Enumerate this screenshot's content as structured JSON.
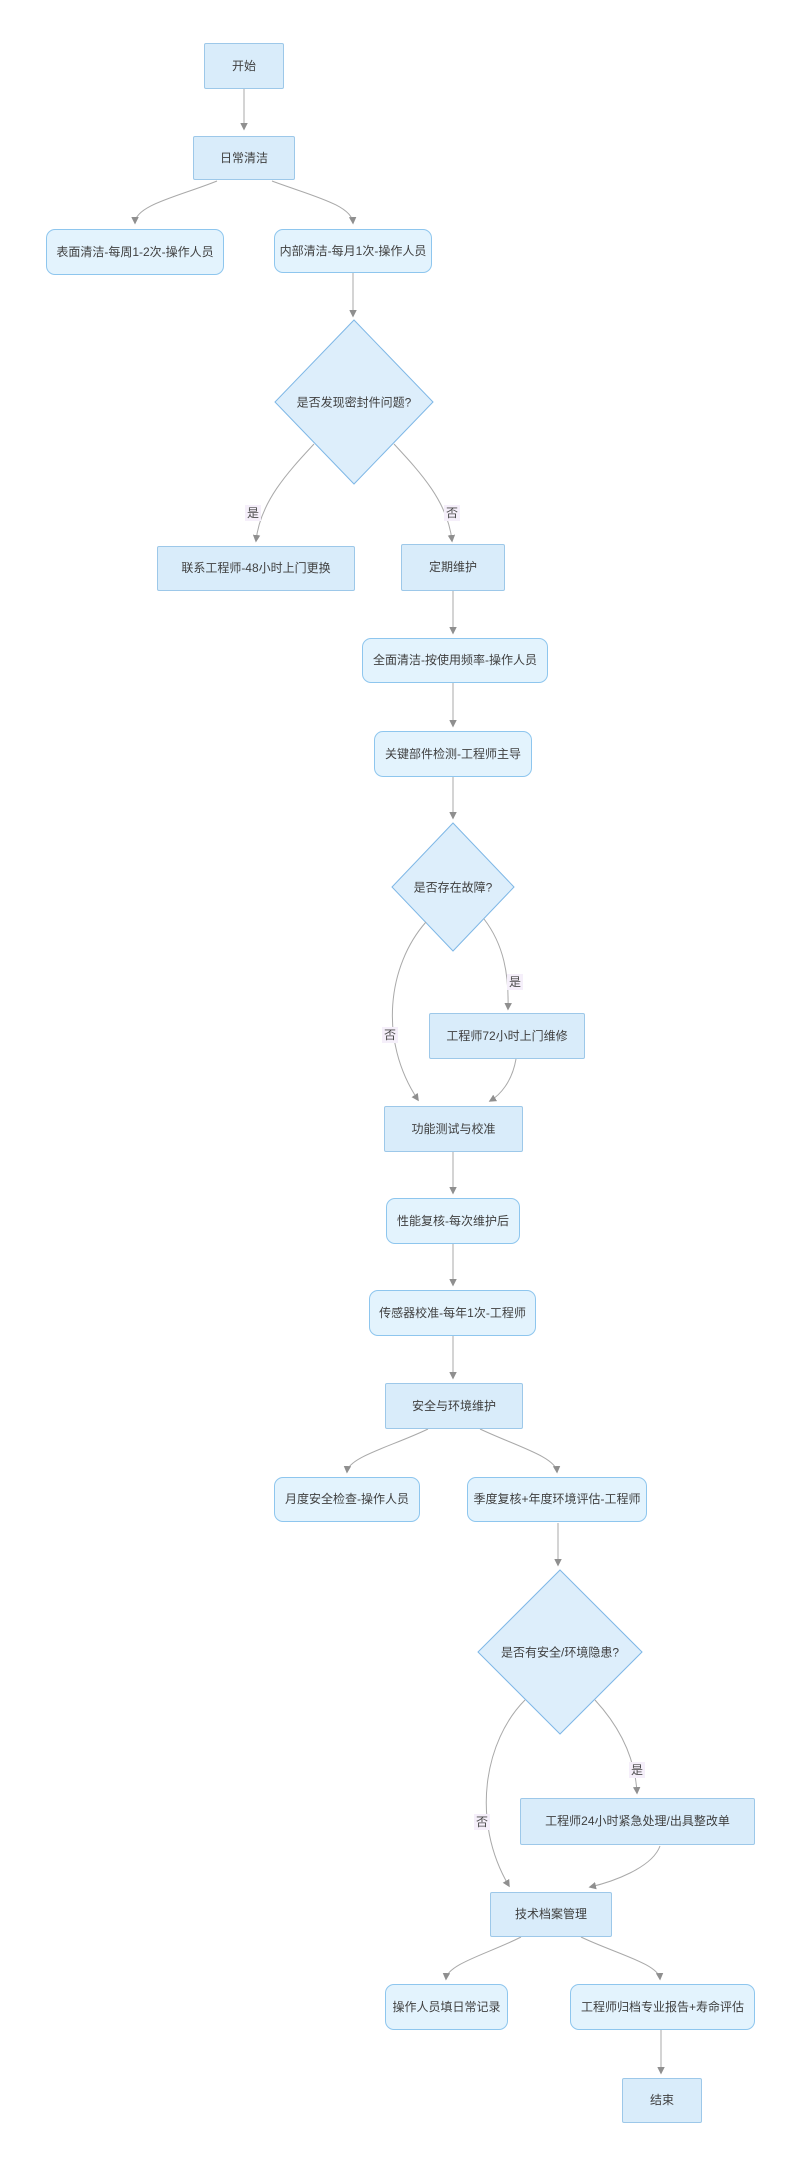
{
  "diagram": {
    "nodes": {
      "start": "开始",
      "daily_clean": "日常清洁",
      "surface_clean": "表面清洁-每周1-2次-操作人员",
      "internal_clean": "内部清洁-每月1次-操作人员",
      "seal_decision": "是否发现密封件问题?",
      "contact_engineer_48h": "联系工程师-48小时上门更换",
      "periodic_maintenance": "定期维护",
      "full_clean": "全面清洁-按使用频率-操作人员",
      "key_parts_check": "关键部件检测-工程师主导",
      "fault_decision": "是否存在故障?",
      "repair_72h": "工程师72小时上门维修",
      "function_test": "功能测试与校准",
      "performance_review": "性能复核-每次维护后",
      "sensor_calibration": "传感器校准-每年1次-工程师",
      "safety_env_maintenance": "安全与环境维护",
      "monthly_safety_check": "月度安全检查-操作人员",
      "quarterly_review": "季度复核+年度环境评估-工程师",
      "hazard_decision": "是否有安全/环境隐患?",
      "emergency_24h": "工程师24小时紧急处理/出具整改单",
      "archive_management": "技术档案管理",
      "operator_record": "操作人员填日常记录",
      "engineer_report": "工程师归档专业报告+寿命评估",
      "end": "结束"
    },
    "edge_labels": {
      "seal_yes": "是",
      "seal_no": "否",
      "fault_yes": "是",
      "fault_no": "否",
      "hazard_yes": "是",
      "hazard_no": "否"
    },
    "colors": {
      "process_fill": "#d9ecfa",
      "process_border": "#9dc8e9",
      "task_fill": "#e3f3fd",
      "task_border": "#8ec6ee",
      "decision_fill": "#ddeefb",
      "decision_border": "#7eb7e6",
      "edge": "#a9a9a9",
      "arrow": "#8f8f8f",
      "label_bg": "#f5effa",
      "text": "#3f3f3f"
    }
  }
}
